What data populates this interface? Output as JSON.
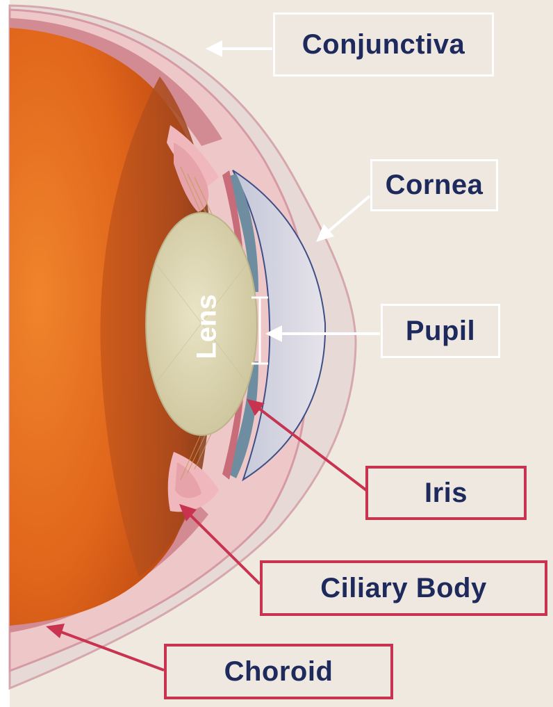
{
  "labels": {
    "conjunctiva": "Conjunctiva",
    "cornea": "Cornea",
    "pupil": "Pupil",
    "lens": "Lens",
    "iris": "Iris",
    "ciliary_body": "Ciliary Body",
    "choroid": "Choroid"
  },
  "colors": {
    "background": "#efe9e0",
    "label_text": "#1e2a5c",
    "white_box_border": "#ffffff",
    "red_box_border": "#c8334f",
    "white_arrow": "#ffffff",
    "red_arrow": "#c8334f",
    "retina_orange": "#e0661b",
    "lens_fill": "#ded8b6",
    "iris_blue": "#6f8da0"
  }
}
